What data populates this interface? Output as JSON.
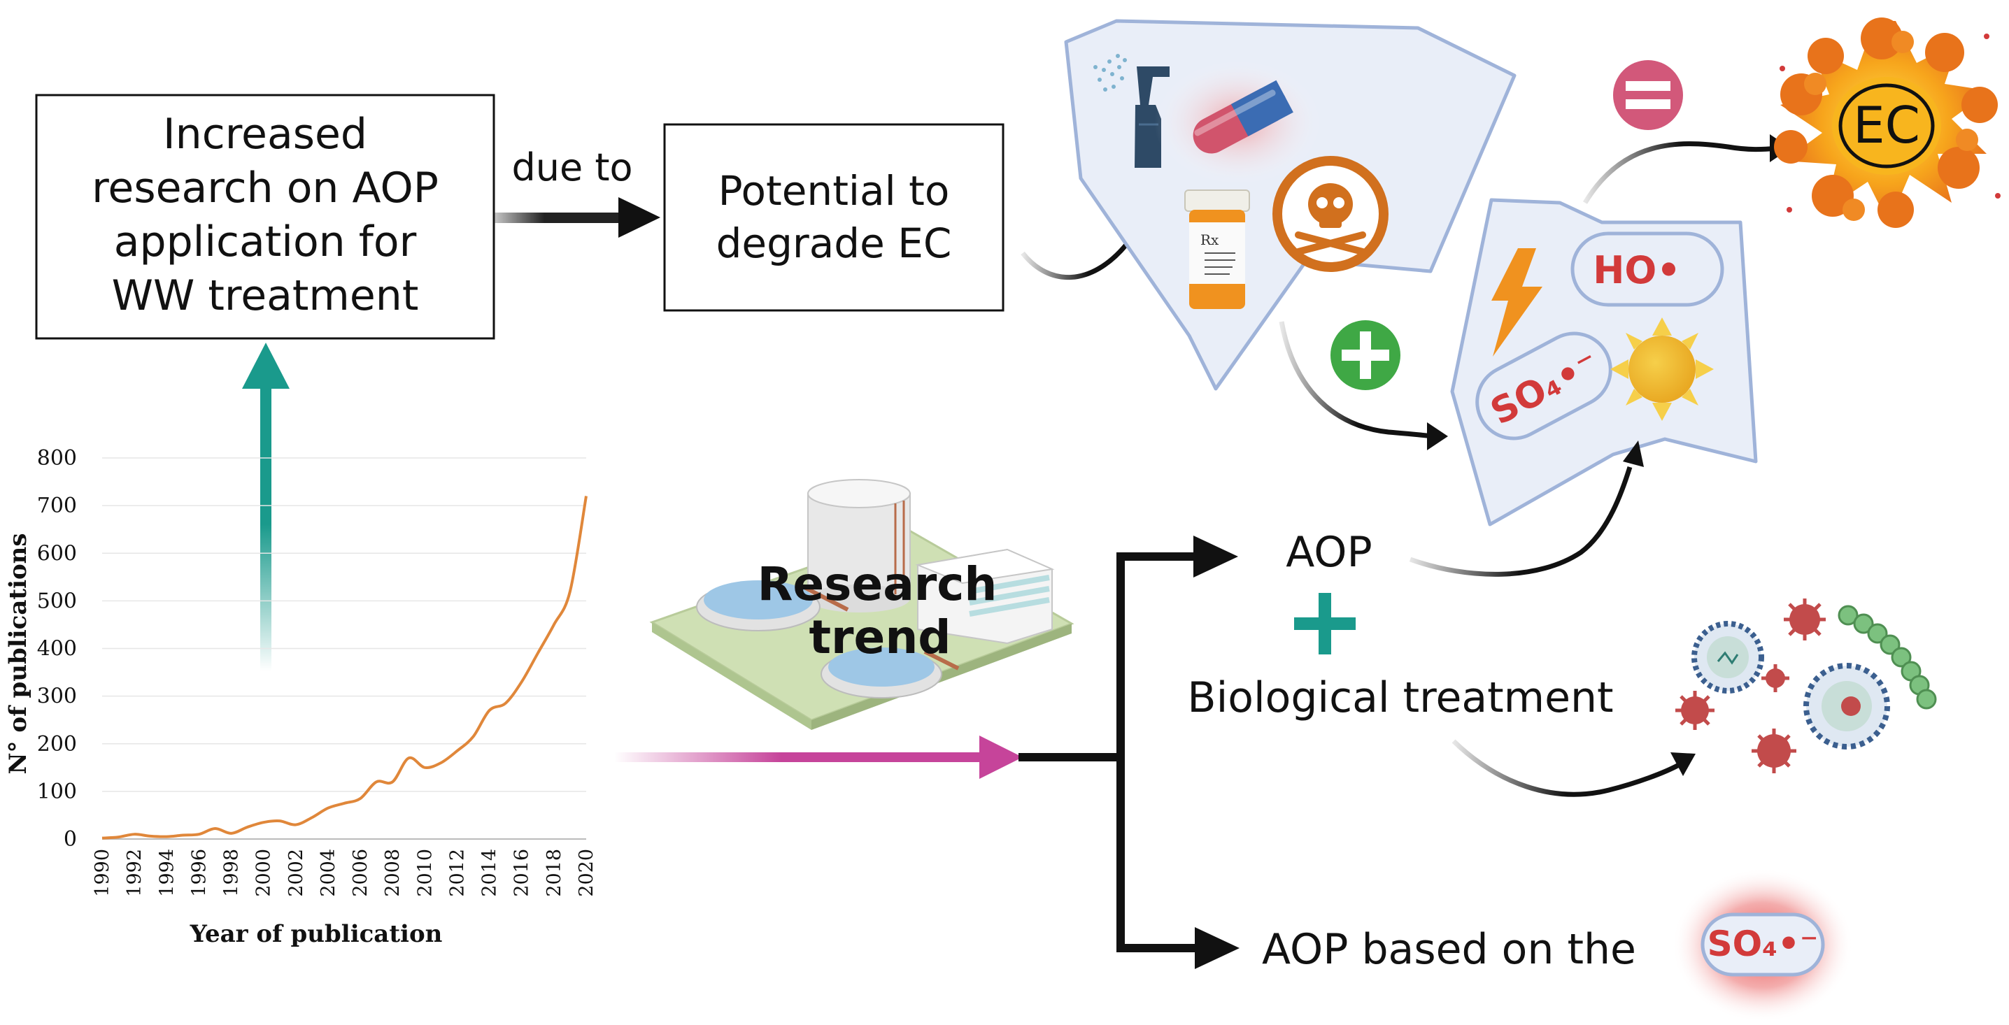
{
  "boxes": {
    "increased_research": [
      "Increased",
      "research on AOP",
      "application for",
      "WW treatment"
    ],
    "potential": [
      "Potential to",
      "degrade     EC"
    ]
  },
  "labels": {
    "due_to": "due to",
    "research_trend": [
      "Research",
      "trend"
    ],
    "aop": "AOP",
    "biological_treatment": "Biological treatment",
    "aop_based_on_the": "AOP based on the"
  },
  "icons": {
    "ec_label": "EC",
    "hydroxyl_radical": "HO•",
    "sulfate_radical": "SO₄•⁻",
    "pill_label": "Rx"
  },
  "colors": {
    "teal_arrow": "#1a9a8c",
    "magenta_arrow": "#c6449a",
    "chart_line": "#e0873a",
    "plus_green": "#3fa845",
    "equals_pink": "#d2587a",
    "radical_red": "#d23a3a",
    "panel_fill": "#e9eef8",
    "panel_stroke": "#9fb3d9"
  },
  "chart_data": {
    "type": "line",
    "xlabel": "Year of publication",
    "ylabel": "N° of publications",
    "ylim": [
      0,
      800
    ],
    "xlim": [
      1990,
      2020
    ],
    "yticks": [
      0,
      100,
      200,
      300,
      400,
      500,
      600,
      700,
      800
    ],
    "xticks": [
      1990,
      1992,
      1994,
      1996,
      1998,
      2000,
      2002,
      2004,
      2006,
      2008,
      2010,
      2012,
      2014,
      2016,
      2018,
      2020
    ],
    "grid": true,
    "series": [
      {
        "x": [
          1990,
          1991,
          1992,
          1993,
          1994,
          1995,
          1996,
          1997,
          1998,
          1999,
          2000,
          2001,
          2002,
          2003,
          2004,
          2005,
          2006,
          2007,
          2008,
          2009,
          2010,
          2011,
          2012,
          2013,
          2014,
          2015,
          2016,
          2017,
          2018,
          2019,
          2020
        ],
        "values": [
          2,
          4,
          10,
          6,
          5,
          8,
          10,
          22,
          12,
          25,
          35,
          38,
          30,
          45,
          65,
          75,
          85,
          120,
          120,
          170,
          150,
          160,
          185,
          215,
          270,
          285,
          330,
          390,
          450,
          520,
          720
        ]
      }
    ]
  }
}
